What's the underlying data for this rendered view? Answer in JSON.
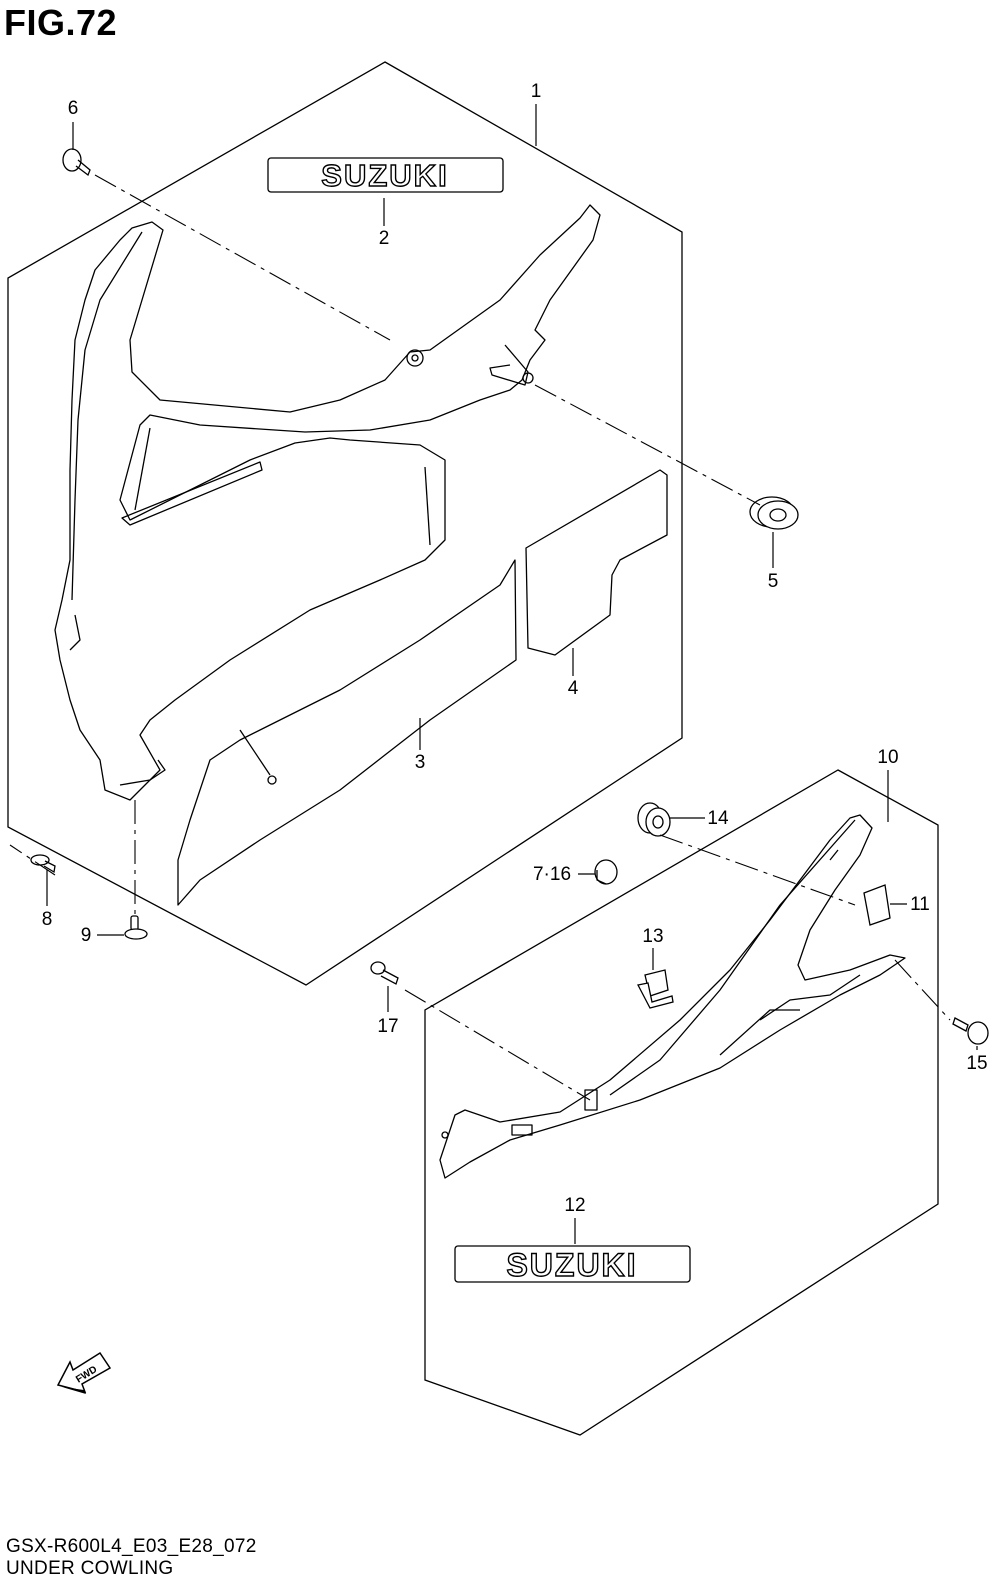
{
  "figure": {
    "title": "FIG.72",
    "footer_code": "GSX-R600L4_E03_E28_072",
    "footer_name": "UNDER COWLING"
  },
  "emblems": {
    "upper_text": "SUZUKI",
    "lower_text": "SUZUKI",
    "fwd_text": "FWD"
  },
  "callouts": {
    "c1": "1",
    "c2": "2",
    "c3": "3",
    "c4": "4",
    "c5": "5",
    "c6": "6",
    "c7_16": "7·16",
    "c8": "8",
    "c9": "9",
    "c10": "10",
    "c11": "11",
    "c12": "12",
    "c13": "13",
    "c14": "14",
    "c15": "15",
    "c17": "17"
  },
  "icons": [
    "fwd-arrow-icon"
  ]
}
